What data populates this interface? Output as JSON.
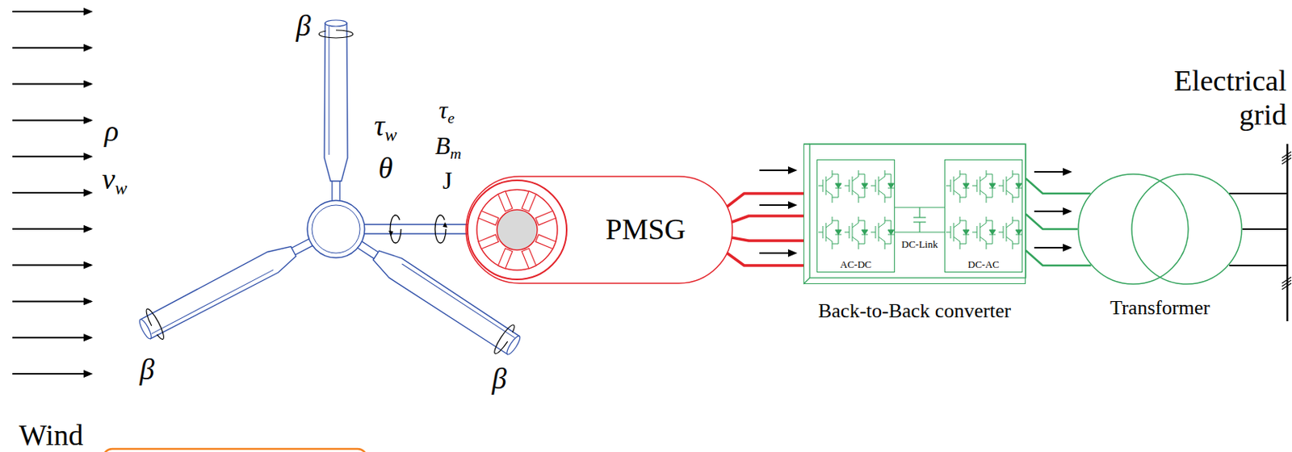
{
  "diagram": {
    "nodes": [
      {
        "text": [
          "PMSG"
        ]
      },
      {
        "text": [
          "Back-to-Back converter"
        ]
      },
      {
        "text": [
          "AC-DC"
        ],
        "in": 1
      },
      {
        "text": [
          "DC-AC"
        ],
        "in": 1
      },
      {
        "text": [
          "Transformer"
        ]
      }
    ],
    "edges": [
      {
        "from": 0,
        "to": 1,
        "arrow": "none"
      },
      {
        "from": 1,
        "to": 4,
        "arrow": "none"
      }
    ],
    "labels": [
      "β",
      "ρ",
      "vw",
      "τw",
      "θ",
      "τe",
      "Bm",
      "J",
      "β",
      "β",
      "DC-Link",
      "Electrical grid",
      "Wind"
    ]
  }
}
